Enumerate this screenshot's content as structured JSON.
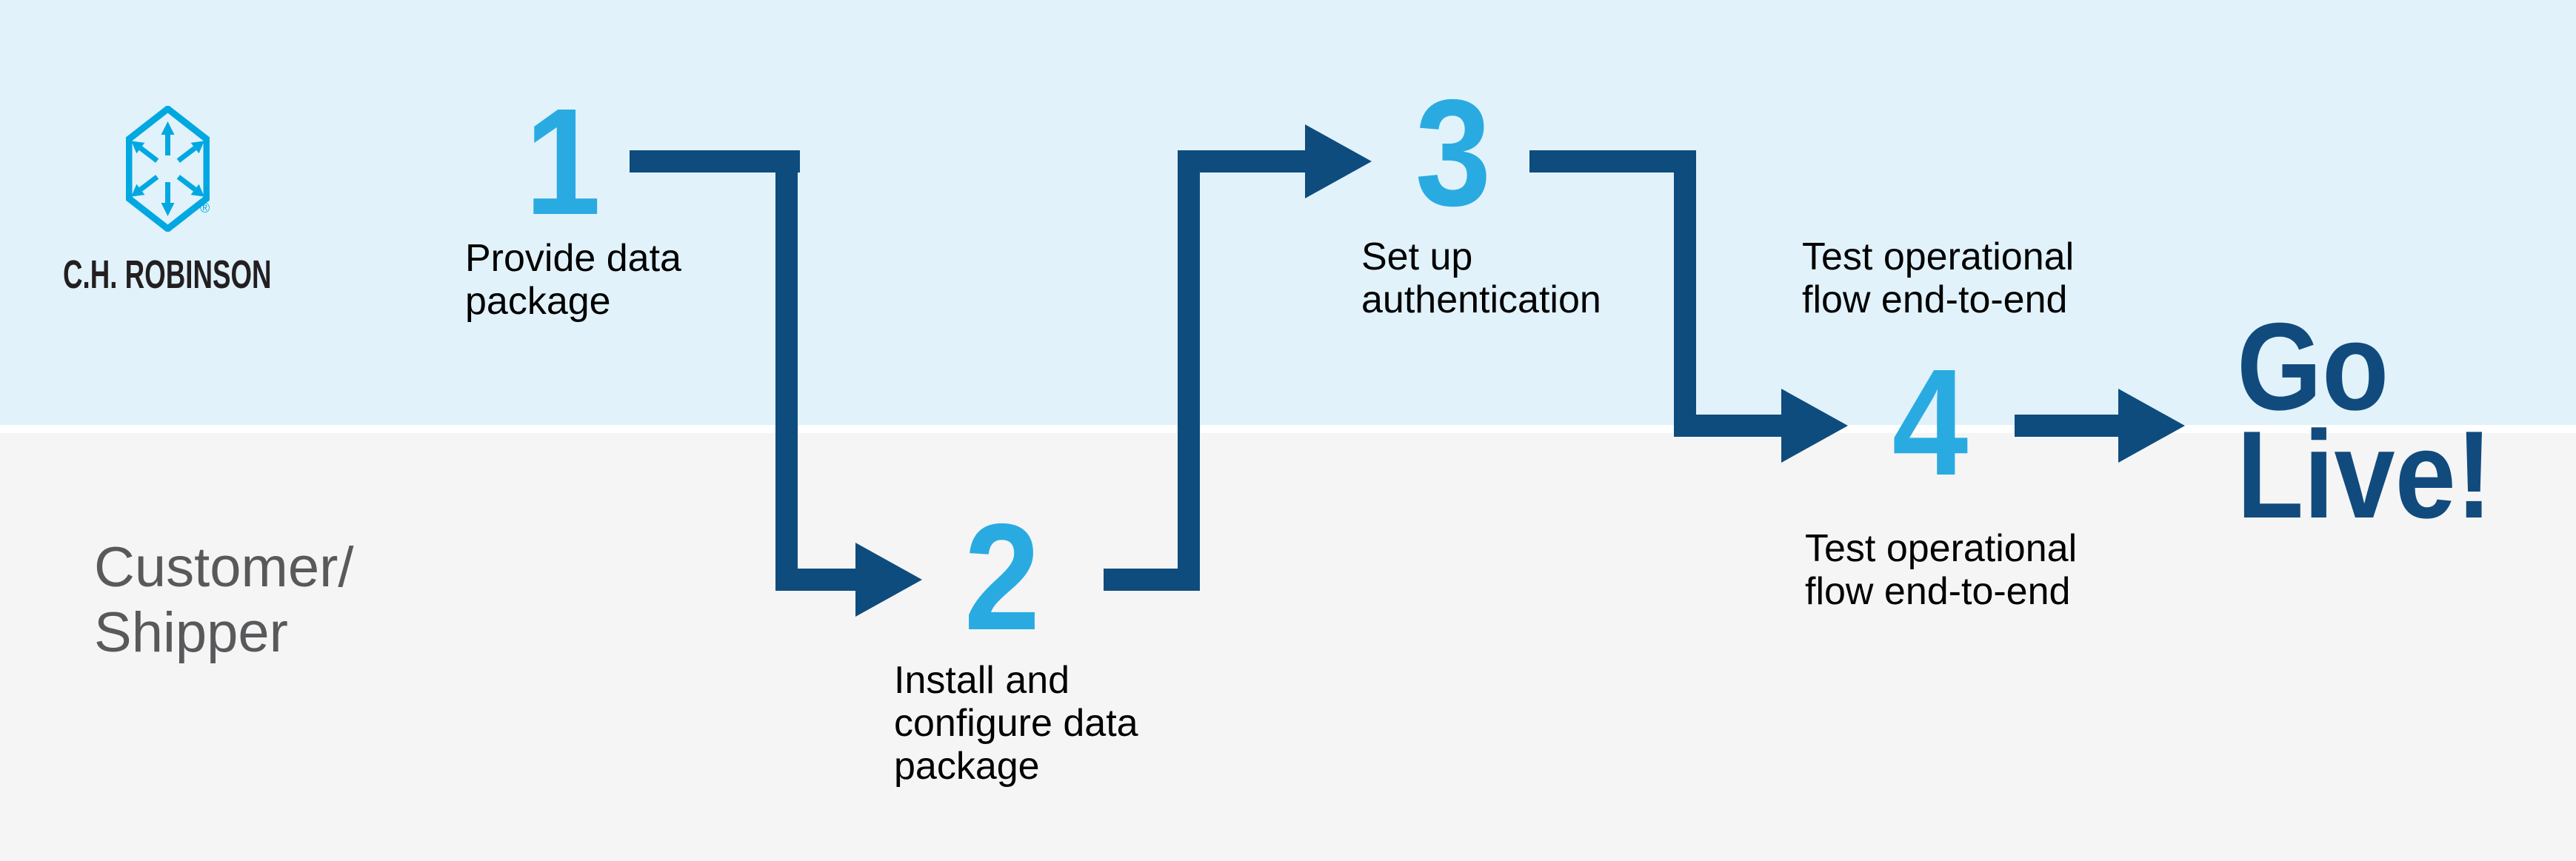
{
  "colors": {
    "lane_top_bg": "#E1F2FA",
    "lane_bottom_bg": "#F5F5F5",
    "separator_white": "#FFFFFF",
    "accent_cyan": "#29ABE2",
    "logo_cyan": "#00A8E1",
    "arrow_navy": "#0E4C7E",
    "golive_navy": "#114B7D",
    "label_black": "#000000",
    "lane_label_gray": "#58595B",
    "logo_text_dark": "#231F20"
  },
  "logo": {
    "wordmark": "C.H. ROBINSON",
    "registered_mark": "®",
    "icon": "hexagon-arrows-icon"
  },
  "lanes": {
    "top_owner": "C.H. Robinson",
    "bottom_owner_label": "Customer/\nShipper"
  },
  "steps": [
    {
      "number": "1",
      "label": "Provide data\npackage"
    },
    {
      "number": "2",
      "label": "Install and\nconfigure data\npackage"
    },
    {
      "number": "3",
      "label": "Set up\nauthentication"
    },
    {
      "number": "4",
      "label": "Test operational\nflow end-to-end"
    }
  ],
  "handoff_label": "Test operational\nflow end-to-end",
  "finish_label": "Go\nLive!"
}
